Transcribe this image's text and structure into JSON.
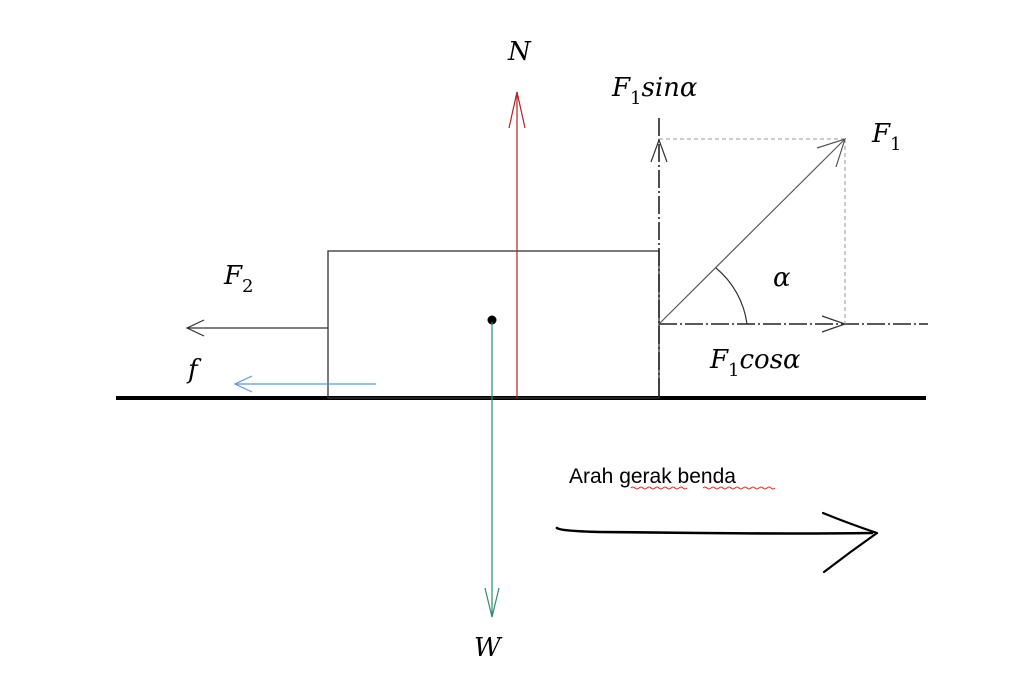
{
  "diagram": {
    "title": "Free body diagram of a block on a horizontal surface",
    "labels": {
      "normal_force": "N",
      "weight": "W",
      "force_f1": "F",
      "force_f1_sub": "1",
      "f1_sin_main": "F",
      "f1_sin_sub": "1",
      "f1_sin_rest": "sinα",
      "f1_cos_main": "F",
      "f1_cos_sub": "1",
      "f1_cos_rest": "cosα",
      "force_f2": "F",
      "force_f2_sub": "2",
      "friction": "f",
      "angle": "α",
      "motion_direction": "Arah gerak benda"
    },
    "colors": {
      "normal_force": "#b22222",
      "weight": "#2e8b6e",
      "friction": "#5b9bd5",
      "outline": "#333333",
      "ground": "#000000",
      "component_guides": "#999999",
      "spellcheck_squiggle": "#d9312b"
    }
  }
}
